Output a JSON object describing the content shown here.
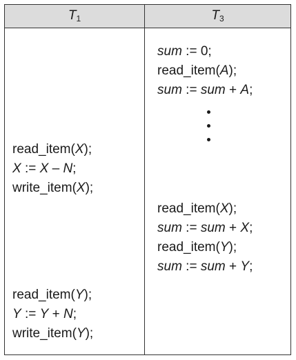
{
  "columns": {
    "t1": {
      "base": "T",
      "sub": "1"
    },
    "t3": {
      "base": "T",
      "sub": "3"
    }
  },
  "t1_ops": [
    {
      "pre": "read_item(",
      "v1": "X",
      "post": ");"
    },
    {
      "v1": "X",
      "mid": " := ",
      "v2": "X",
      "op": " – ",
      "v3": "N",
      "post": ";"
    },
    {
      "pre": "write_item(",
      "v1": "X",
      "post": ");"
    },
    {
      "pre": "read_item(",
      "v1": "Y",
      "post": ");"
    },
    {
      "v1": "Y",
      "mid": " := ",
      "v2": "Y",
      "op": " + ",
      "v3": "N",
      "post": ";"
    },
    {
      "pre": "write_item(",
      "v1": "Y",
      "post": ");"
    }
  ],
  "t3_ops": [
    {
      "v1": "sum",
      "mid": " := ",
      "post": "0;"
    },
    {
      "pre": "read_item(",
      "v1": "A",
      "post": ");"
    },
    {
      "v1": "sum",
      "mid": " := ",
      "v2": "sum",
      "op": " + ",
      "v3": "A",
      "post": ";"
    },
    {
      "pre": "read_item(",
      "v1": "X",
      "post": ");"
    },
    {
      "v1": "sum",
      "mid": " := ",
      "v2": "sum",
      "op": " + ",
      "v3": "X",
      "post": ";"
    },
    {
      "pre": "read_item(",
      "v1": "Y",
      "post": ");"
    },
    {
      "v1": "sum",
      "mid": " := ",
      "v2": "sum",
      "op": " + ",
      "v3": "Y",
      "post": ";"
    }
  ]
}
